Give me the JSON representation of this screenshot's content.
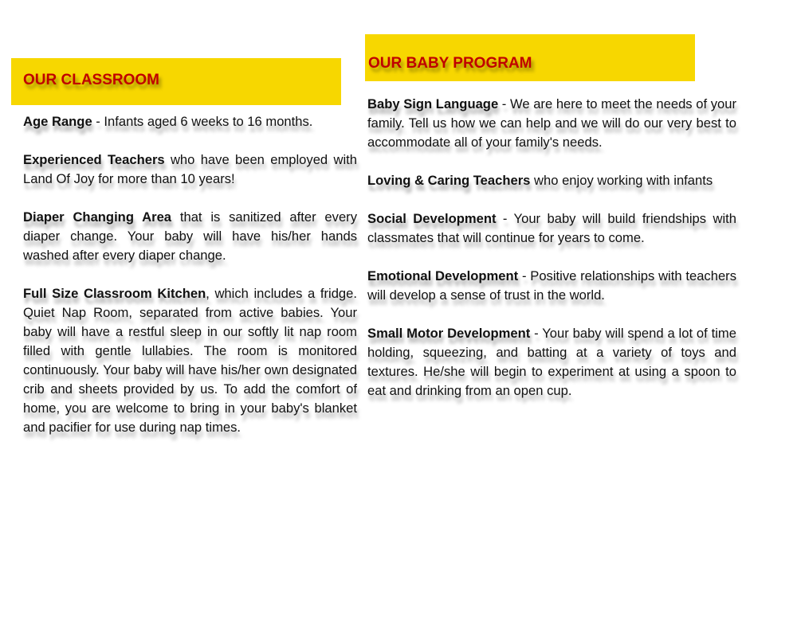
{
  "classroom": {
    "title": "OUR CLASSROOM",
    "items": [
      {
        "bold": "Age Range",
        "text": " - Infants aged 6 weeks to 16 months."
      },
      {
        "bold": "Experienced Teachers",
        "text": " who have been employed with Land Of Joy for more than 10 years!"
      },
      {
        "bold": "Diaper Changing Area",
        "text": " that is sanitized after every diaper change. Your baby will have his/her hands washed after every diaper change."
      },
      {
        "bold": "Full Size Classroom Kitchen",
        "text": ", which includes a fridge. Quiet Nap Room, separated from active babies. Your baby will have a restful sleep in our softly lit nap room filled with gentle lullabies. The room is monitored continuously. Your baby will have his/her own designated crib and sheets provided by us. To add the comfort of home, you are welcome to bring in your baby's blanket and pacifier for use during nap times."
      }
    ]
  },
  "program": {
    "title": "OUR BABY PROGRAM",
    "items": [
      {
        "bold": "Baby Sign Language",
        "text": " - We are here to meet the needs of your family. Tell us how we can help and we will do our very best to accommodate all of your family's needs."
      },
      {
        "bold": "Loving & Caring Teachers",
        "text": " who enjoy working with infants"
      },
      {
        "bold": "Social Development",
        "text": " - Your baby will build friendships with classmates that will continue for years to come."
      },
      {
        "bold": "Emotional Development",
        "text": " - Positive relationships with teachers will develop a sense of trust in the world."
      },
      {
        "bold": "Small Motor Development",
        "text": " - Your baby will spend a lot of time holding, squeezing, and batting at a variety of toys and textures. He/she will begin to experiment at using a spoon to eat and drinking from an open cup."
      }
    ]
  }
}
